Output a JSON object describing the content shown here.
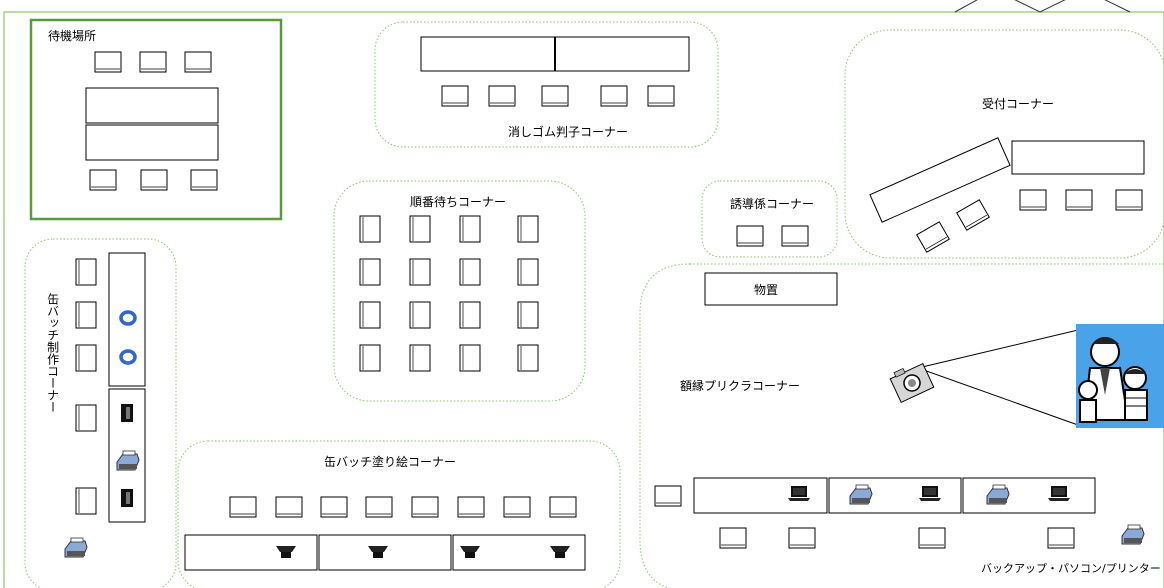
{
  "labels": {
    "waiting_area": "待機場所",
    "eraser_stamp_corner": "消しゴム判子コーナー",
    "reception_corner": "受付コーナー",
    "queue_corner": "順番待ちコーナー",
    "guide_corner": "誘導係コーナー",
    "storage": "物置",
    "badge_making_corner": "缶バッチ制作コーナー",
    "frame_purikura_corner": "額縁プリクラコーナー",
    "badge_painting_corner": "缶バッチ塗り絵コーナー",
    "backup_pc_printer": "バックアップ・パソコン/プリンター"
  },
  "colors": {
    "zone_border": "#8cc56a",
    "waiting_border": "#5a9a3a",
    "badge_ring": "#3366cc",
    "printer_blue": "#7fa6d8"
  },
  "icons": {
    "camera": "camera-icon",
    "people": "people-photo-icon",
    "printer": "printer-icon",
    "laptop": "laptop-icon",
    "badge_press": "badge-press-icon",
    "badge_ring": "badge-ring-icon"
  }
}
